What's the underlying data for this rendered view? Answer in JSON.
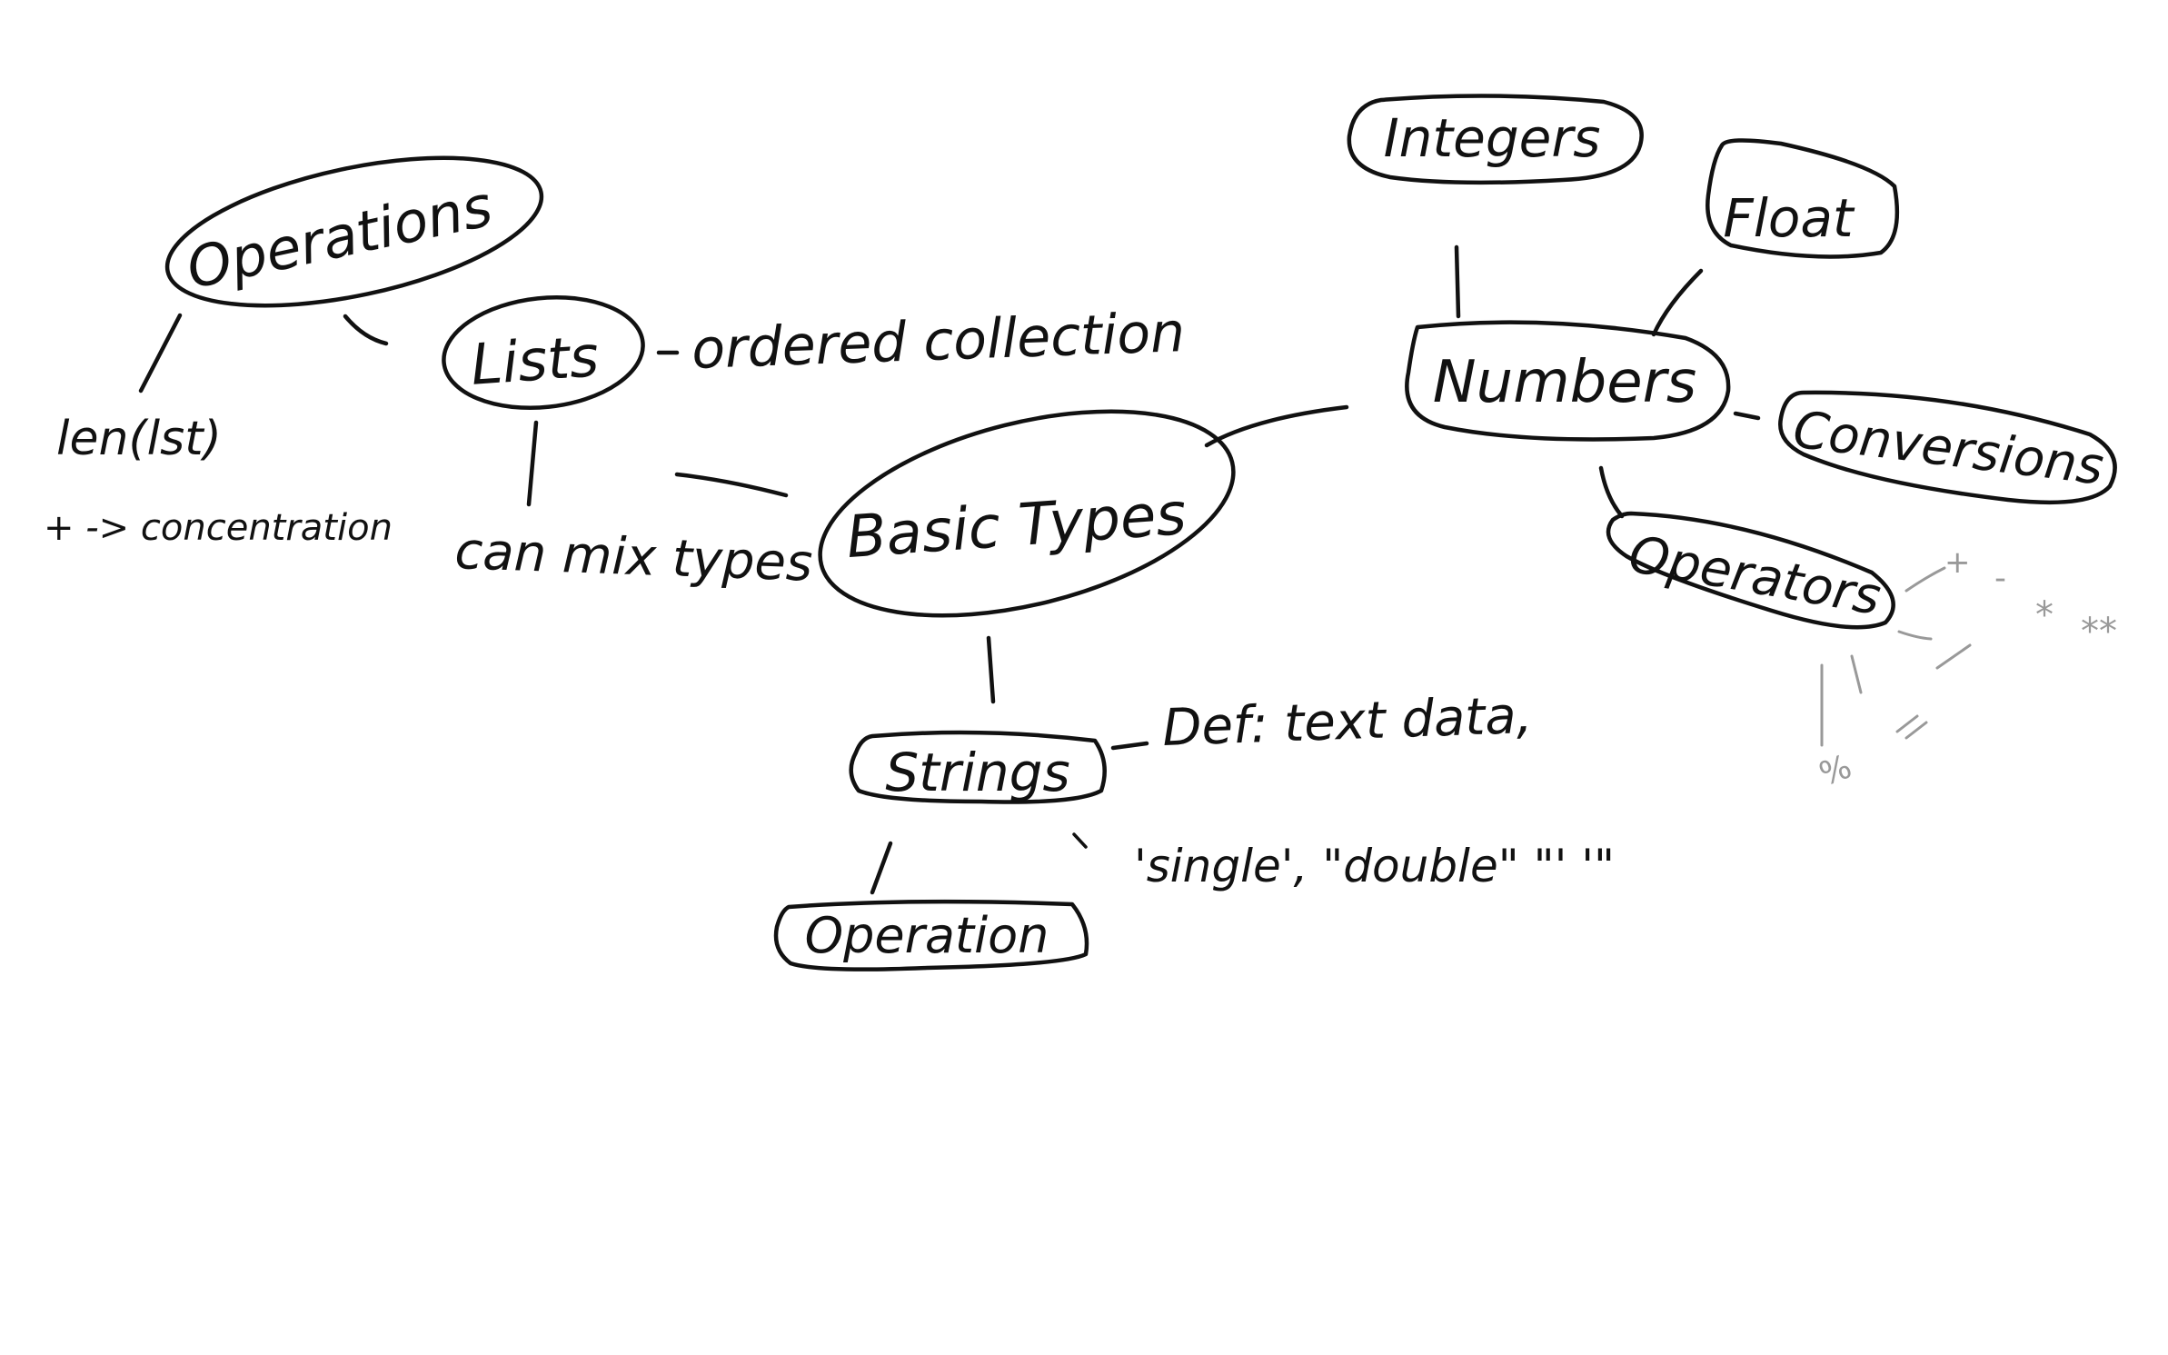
{
  "diagram": {
    "center": "Basic Types",
    "nodes": {
      "lists": "Lists",
      "lists_operations": "Operations",
      "numbers": "Numbers",
      "integers": "Integers",
      "float": "Float",
      "conversions": "Conversions",
      "operators": "Operators",
      "strings": "Strings",
      "strings_operation": "Operation"
    },
    "notes": {
      "lists_def": "ordered collection",
      "lists_mix": "can mix types",
      "lists_len": "len(lst)",
      "lists_concat": "+ -> concentration",
      "strings_def": "Def: text data,",
      "strings_quotes": "'single', \"double\"  \"' '\""
    },
    "operator_symbols": {
      "plus": "+",
      "minus": "-",
      "times": "*",
      "power": "**",
      "div": "/",
      "floordiv": "//",
      "pipe": "|",
      "bar": "|",
      "mod": "%"
    }
  },
  "colors": {
    "ink": "#111111",
    "faint_ink": "#999999",
    "background": "#ffffff"
  }
}
